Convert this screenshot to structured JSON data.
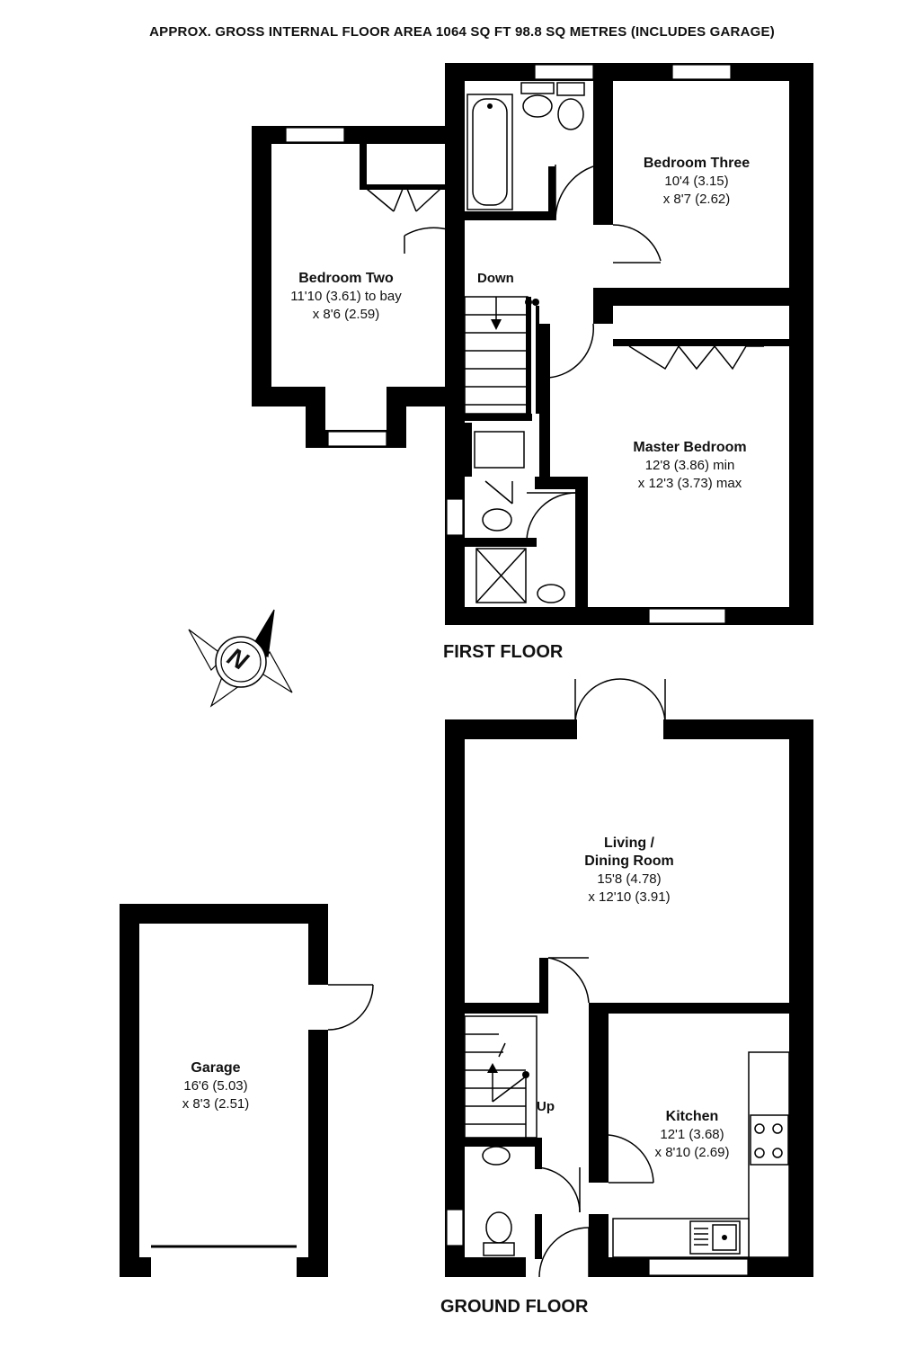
{
  "header": {
    "area_text": "APPROX. GROSS INTERNAL FLOOR AREA 1064 SQ FT 98.8 SQ METRES (INCLUDES GARAGE)"
  },
  "first_floor": {
    "label": "FIRST FLOOR",
    "rooms": {
      "bedroom_two": {
        "name": "Bedroom Two",
        "dim1": "11'10 (3.61) to bay",
        "dim2": "x 8'6 (2.59)"
      },
      "bedroom_three": {
        "name": "Bedroom Three",
        "dim1": "10'4 (3.15)",
        "dim2": "x 8'7 (2.62)"
      },
      "master_bedroom": {
        "name": "Master Bedroom",
        "dim1": "12'8 (3.86) min",
        "dim2": "x 12'3 (3.73) max"
      }
    },
    "stairs_label": "Down"
  },
  "ground_floor": {
    "label": "GROUND FLOOR",
    "rooms": {
      "living_dining": {
        "name_line1": "Living /",
        "name_line2": "Dining Room",
        "dim1": "15'8 (4.78)",
        "dim2": "x 12'10 (3.91)"
      },
      "kitchen": {
        "name": "Kitchen",
        "dim1": "12'1 (3.68)",
        "dim2": "x 8'10 (2.69)"
      },
      "garage": {
        "name": "Garage",
        "dim1": "16'6 (5.03)",
        "dim2": "x 8'3 (2.51)"
      }
    },
    "stairs_label": "Up"
  },
  "compass": {
    "letter": "N"
  }
}
